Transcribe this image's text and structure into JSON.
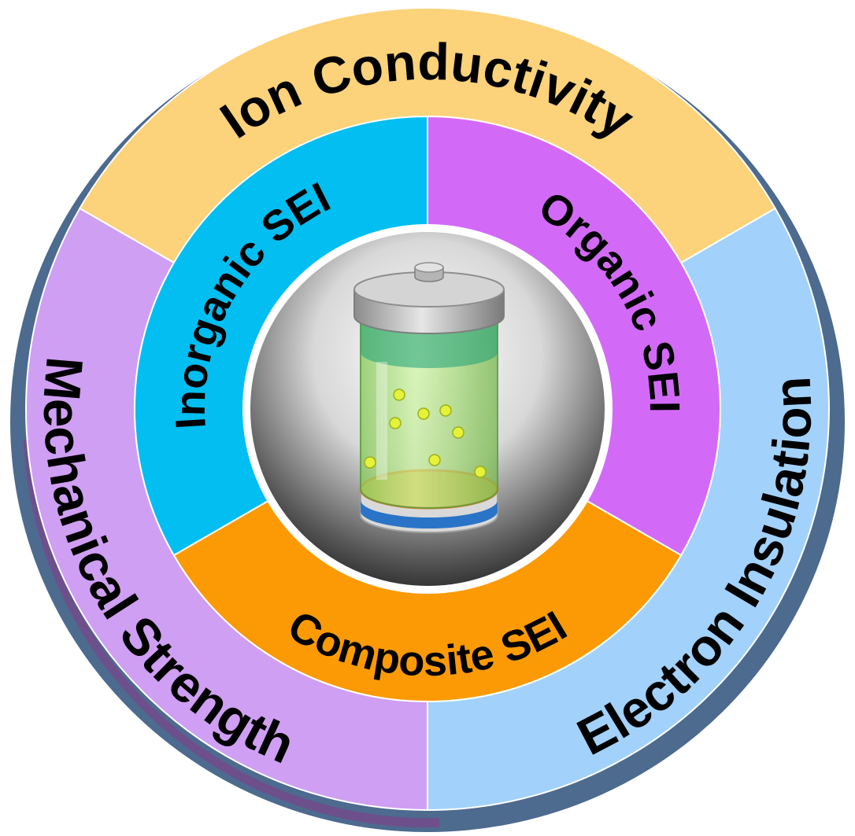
{
  "outer_ring": [
    {
      "label": "Ion Conductivity",
      "color": "#fcd27a",
      "start_deg": -60,
      "end_deg": 60
    },
    {
      "label": "Electron Insulation",
      "color": "#a2d2fb",
      "start_deg": 60,
      "end_deg": 180
    },
    {
      "label": "Mechanical Strength",
      "color": "#cf9ff3",
      "start_deg": 180,
      "end_deg": 300
    }
  ],
  "inner_ring": [
    {
      "label": "Organic SEI",
      "color": "#d36af7",
      "start_deg": 0,
      "end_deg": 120
    },
    {
      "label": "Composite SEI",
      "color": "#fb9a05",
      "start_deg": 120,
      "end_deg": 240
    },
    {
      "label": "Inorganic SEI",
      "color": "#02bef1",
      "start_deg": 240,
      "end_deg": 360
    }
  ],
  "center": {
    "icon": "battery-icon",
    "particle_color": "#e6f23a",
    "electrolyte_color": "#b8e878",
    "electrode_color": "#e3b24a",
    "cap_color": "#c4c4c4"
  }
}
